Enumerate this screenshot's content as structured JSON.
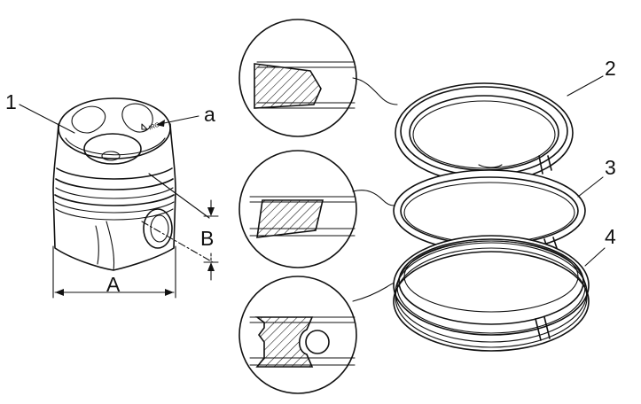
{
  "figure": {
    "ink_color": "#111111",
    "background_color": "#ffffff",
    "labels": {
      "piston_part": "1",
      "mark": "a",
      "dimension_a": "A",
      "dimension_b": "B",
      "top_ring": "2",
      "second_ring": "3",
      "oil_ring": "4"
    },
    "piston_crown_marking": "IRO"
  }
}
